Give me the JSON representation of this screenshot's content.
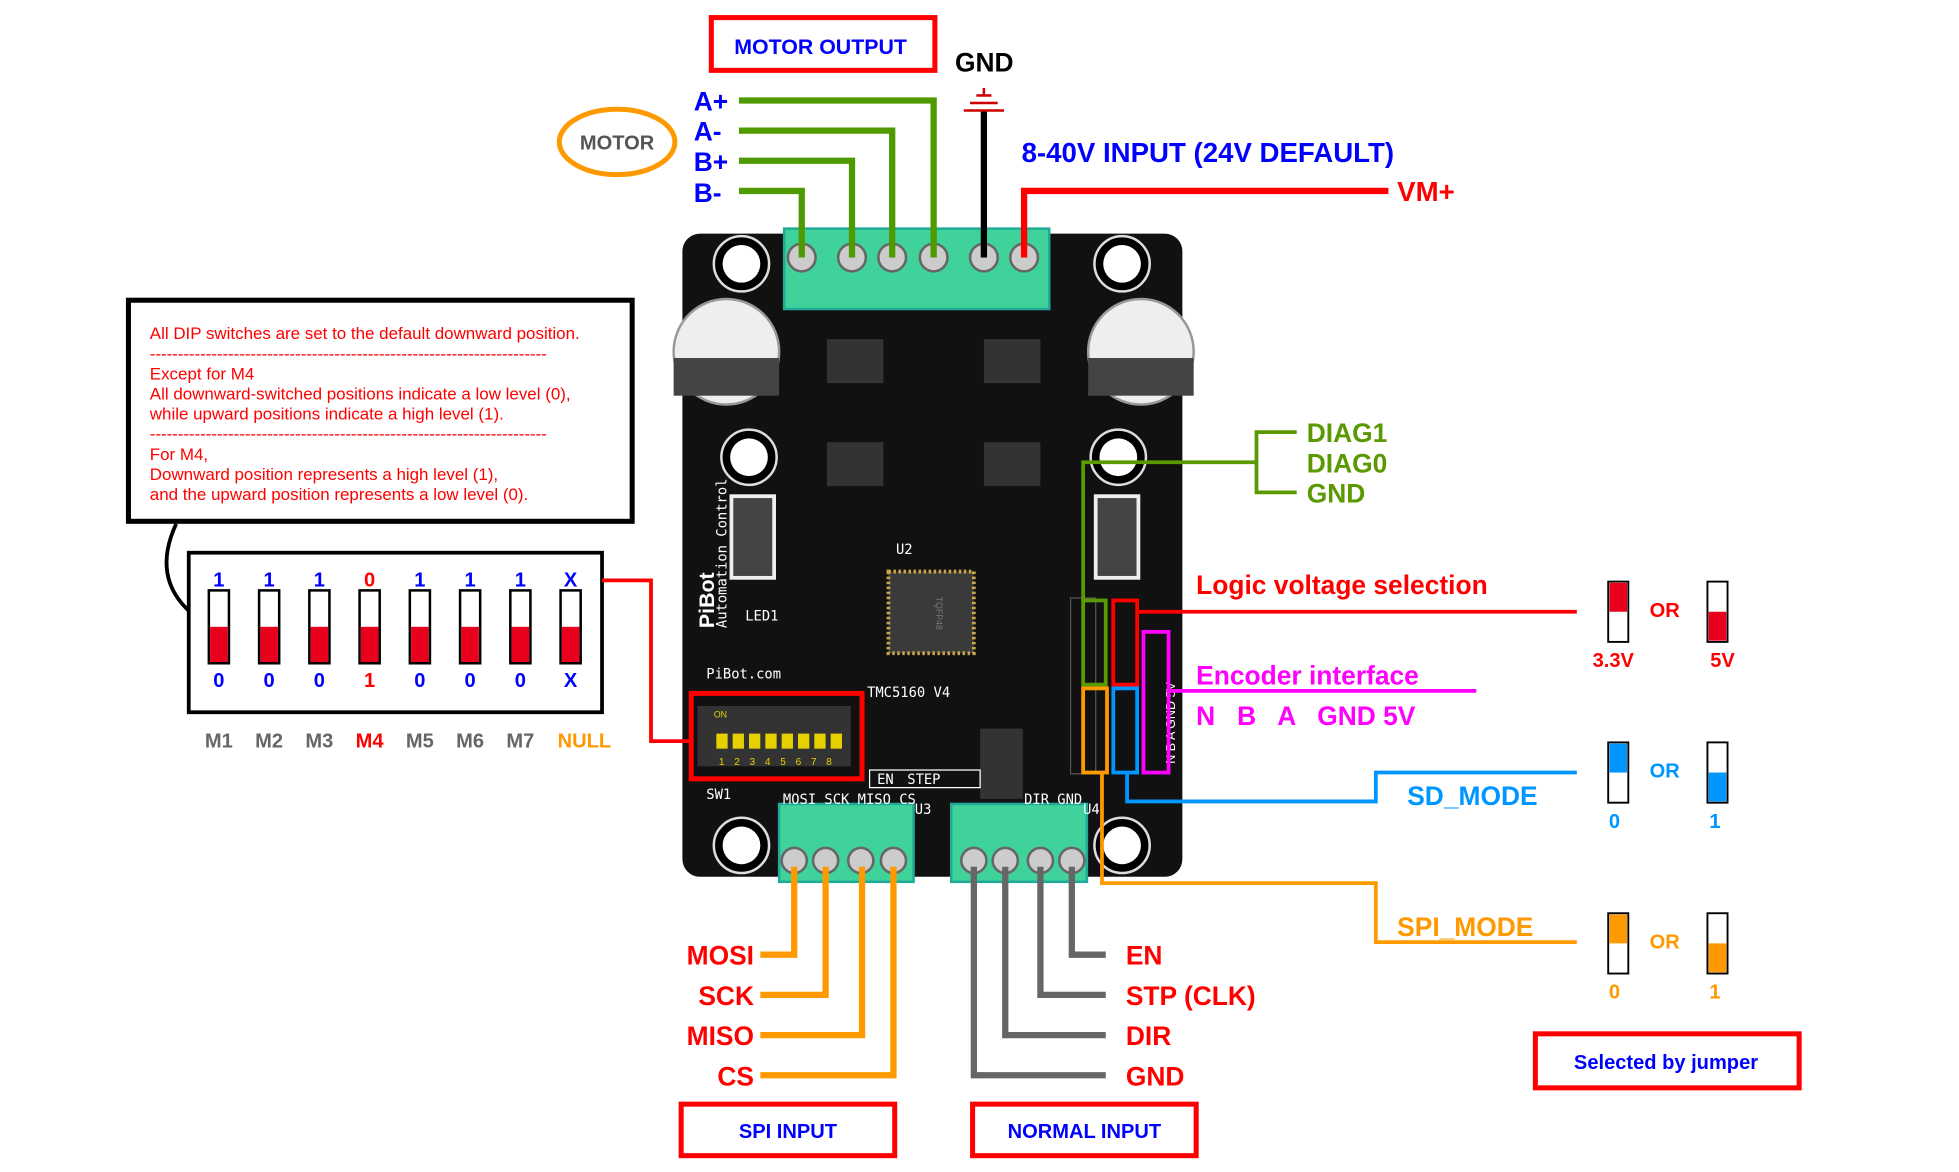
{
  "colors": {
    "red": "#ff0000",
    "blue": "#0000ff",
    "green": "#4f9a00",
    "diag_green": "#5a9a00",
    "orange": "#ff9900",
    "magenta": "#ff00ff",
    "sd_blue": "#0096ff",
    "gray": "#666666",
    "board": "#111111",
    "terminal": "#3fd29a"
  },
  "top": {
    "motor_output": "MOTOR OUTPUT",
    "gnd": "GND",
    "motor": "MOTOR",
    "input": "8-40V INPUT (24V DEFAULT)",
    "vm": "VM+",
    "pins": [
      "A+",
      "A-",
      "B+",
      "B-"
    ]
  },
  "note": {
    "lines": [
      "All DIP switches are set to the default downward position.",
      "-----------------------------------------------------------------------",
      "Except for M4",
      "All downward-switched positions indicate a low level (0),",
      "while upward positions indicate a high level (1).",
      "-----------------------------------------------------------------------",
      "For M4,",
      "Downward position represents a high level  (1),",
      "and the upward position represents a low level (0)."
    ]
  },
  "dip": {
    "up_values": [
      "1",
      "1",
      "1",
      "0",
      "1",
      "1",
      "1",
      "X"
    ],
    "down_values": [
      "0",
      "0",
      "0",
      "1",
      "0",
      "0",
      "0",
      "X"
    ],
    "labels": [
      "M1",
      "M2",
      "M3",
      "M4",
      "M5",
      "M6",
      "M7",
      "NULL"
    ]
  },
  "diag": {
    "labels": [
      "DIAG1",
      "DIAG0",
      "GND"
    ]
  },
  "logic": {
    "title": "Logic voltage selection",
    "or": "OR",
    "left": "3.3V",
    "right": "5V"
  },
  "encoder": {
    "title": "Encoder interface",
    "pins": "N   B   A   GND 5V"
  },
  "sd_mode": {
    "title": "SD_MODE",
    "or": "OR",
    "left": "0",
    "right": "1"
  },
  "spi_mode": {
    "title": "SPI_MODE",
    "or": "OR",
    "left": "0",
    "right": "1"
  },
  "selected": "Selected by jumper",
  "spi_input": {
    "title": "SPI INPUT",
    "pins": [
      "MOSI",
      "SCK",
      "MISO",
      "CS"
    ]
  },
  "normal_input": {
    "title": "NORMAL INPUT",
    "pins": [
      "EN",
      "STP (CLK)",
      "DIR",
      "GND"
    ]
  },
  "board": {
    "brand": "PiBot",
    "brand_sub": "Automation Control",
    "url": "PiBot.com",
    "model": "TMC5160  V4",
    "spi_silk": "MOSI SCK MISO CS",
    "normal_silk": "DIR  GND",
    "en": "EN",
    "step": "STEP",
    "sw": "SW1",
    "led": "LED1",
    "u2": "U2",
    "u3": "U3",
    "u4": "U4",
    "chip": "TQFP48",
    "dip_on": "ON",
    "dip_nums": "1 2 3 4 5 6 7 8",
    "encoder_silk": "N B A GND 5V"
  }
}
